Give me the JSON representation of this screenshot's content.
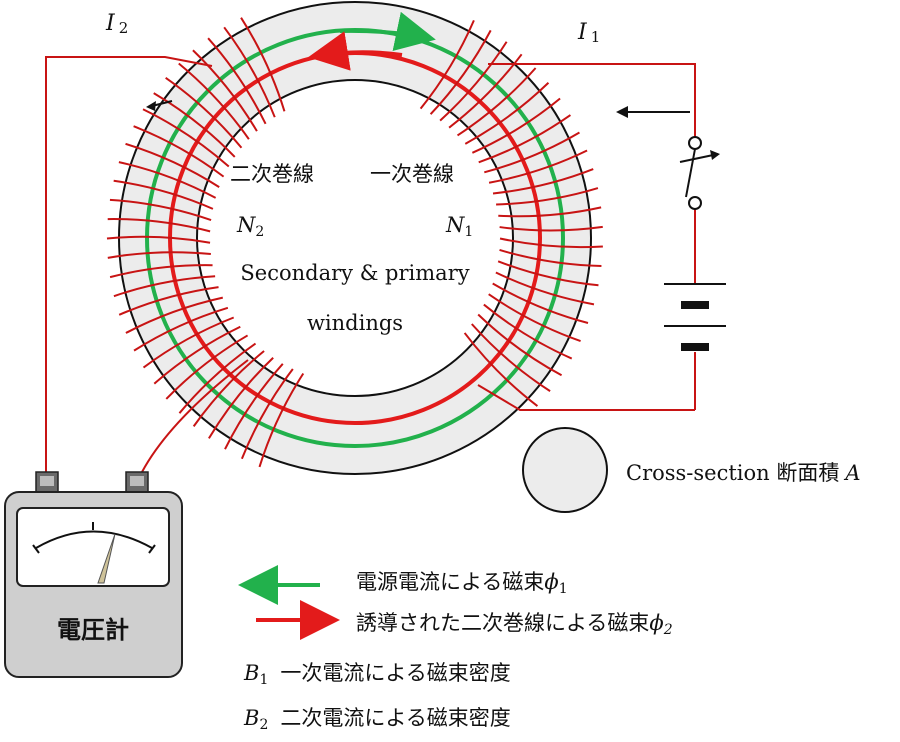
{
  "currents": {
    "i2": "I",
    "i2_sub": "2",
    "i1": "I",
    "i1_sub": "1"
  },
  "windings": {
    "secondary_jp": "二次巻線",
    "primary_jp": "一次巻線",
    "n2": "N",
    "n2_sub": "2",
    "n1": "N",
    "n1_sub": "1",
    "caption_line1": "Secondary & primary",
    "caption_line2": "windings"
  },
  "cross_section": {
    "label": "Cross-section 断面積",
    "symbol": "A"
  },
  "meter": {
    "label": "電圧計"
  },
  "legend": {
    "green_text": "電源電流による磁束",
    "green_symbol": "ϕ",
    "green_sub": "1",
    "red_text": "誘導された二次巻線による磁束",
    "red_symbol": "ϕ",
    "red_sub": "2",
    "b1": "B",
    "b1_sub": "1",
    "b1_text": "一次電流による磁束密度",
    "b2": "B",
    "b2_sub": "2",
    "b2_text": "二次電流による磁束密度"
  },
  "colors": {
    "green_flux": "#22b14c",
    "red_flux": "#e31b1b",
    "wire": "#c81414",
    "core_fill": "#ececec",
    "meter_body": "#cfcfcf"
  }
}
